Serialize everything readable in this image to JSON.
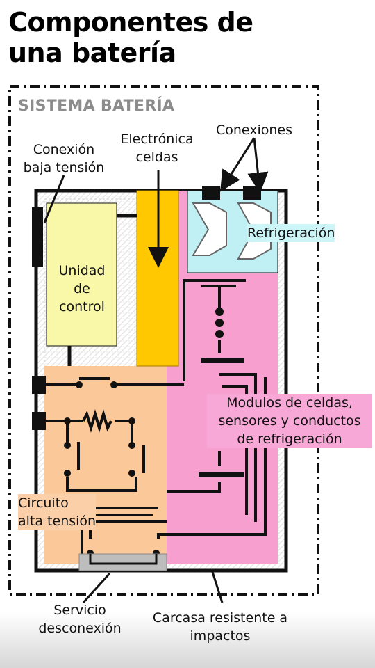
{
  "title": [
    "Componentes de",
    "una batería"
  ],
  "system_label": "SISTEMA BATERÍA",
  "labels": {
    "low_voltage": [
      "Conexión",
      "baja tensión"
    ],
    "cell_electronics": [
      "Electrónica",
      "celdas"
    ],
    "connections": "Conexiones",
    "cooling": "Refrigeración",
    "control_unit": [
      "Unidad",
      "de",
      "control"
    ],
    "cell_modules": [
      "Modulos de celdas,",
      "sensores y conductos",
      "de refrigeración"
    ],
    "hv_circuit": [
      "Circuito",
      "alta tensión"
    ],
    "service_disconnect": [
      "Servicio",
      "desconexión"
    ],
    "housing": [
      "Carcasa resistente a",
      "impactos"
    ]
  },
  "colors": {
    "control_unit": "#f8f8a8",
    "electronics": "#ffc800",
    "cooling": "#c0f0f4",
    "cell_modules": "#f79fcf",
    "hv_circuit": "#fbc89a",
    "service_plug": "#bdbdbd",
    "system_label": "#8c8c8c"
  }
}
